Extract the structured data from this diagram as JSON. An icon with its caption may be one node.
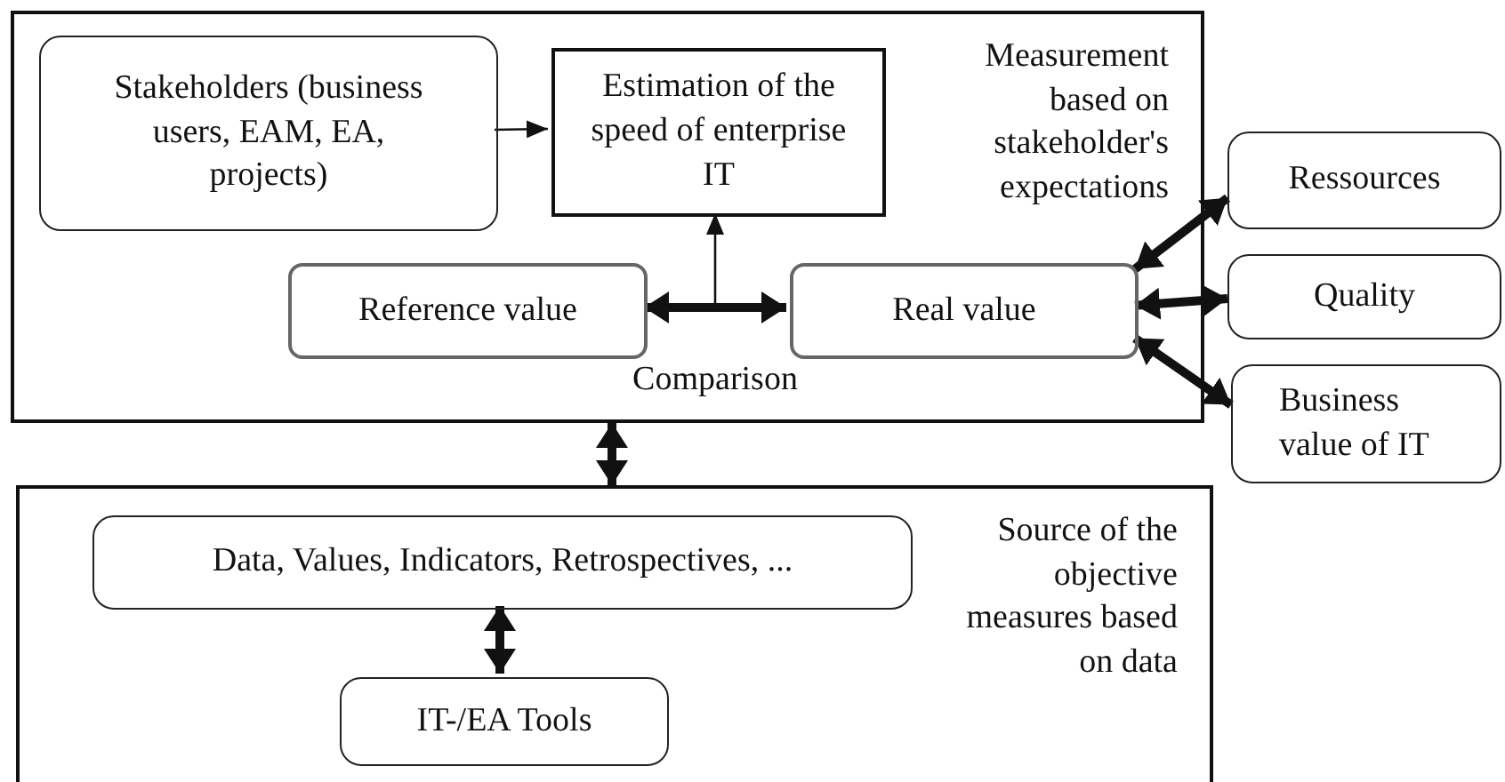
{
  "diagram": {
    "nodes": [
      {
        "text": [
          "Measurement based on stakeholder's expectations"
        ]
      },
      {
        "text": [
          "Stakeholders (business users, EAM, EA, projects)"
        ],
        "in": 0
      },
      {
        "text": [
          "Estimation of the speed of enterprise IT"
        ],
        "in": 0
      },
      {
        "text": [
          "Reference value"
        ],
        "in": 0
      },
      {
        "text": [
          "Real value"
        ],
        "in": 0
      },
      {
        "text": [
          "Ressources"
        ]
      },
      {
        "text": [
          "Quality"
        ]
      },
      {
        "text": [
          "Business value of IT"
        ]
      },
      {
        "text": [
          "Source of the objective measures based on data"
        ]
      },
      {
        "text": [
          "Data, Values, Indicators, Retrospectives, ..."
        ],
        "in": 8
      },
      {
        "text": [
          "IT-/EA Tools"
        ],
        "in": 8
      }
    ],
    "edges": [
      {
        "from": 1,
        "to": 2,
        "arrow": "to"
      },
      {
        "from": 3,
        "to": 4,
        "arrow": "both",
        "label": "Comparison"
      },
      {
        "from": null,
        "to": 2,
        "arrow": "to"
      },
      {
        "from": 4,
        "to": 5,
        "arrow": "both"
      },
      {
        "from": 4,
        "to": 6,
        "arrow": "both"
      },
      {
        "from": 4,
        "to": 7,
        "arrow": "both"
      },
      {
        "from": 0,
        "to": 8,
        "arrow": "both"
      },
      {
        "from": 9,
        "to": 10,
        "arrow": "both"
      }
    ]
  }
}
